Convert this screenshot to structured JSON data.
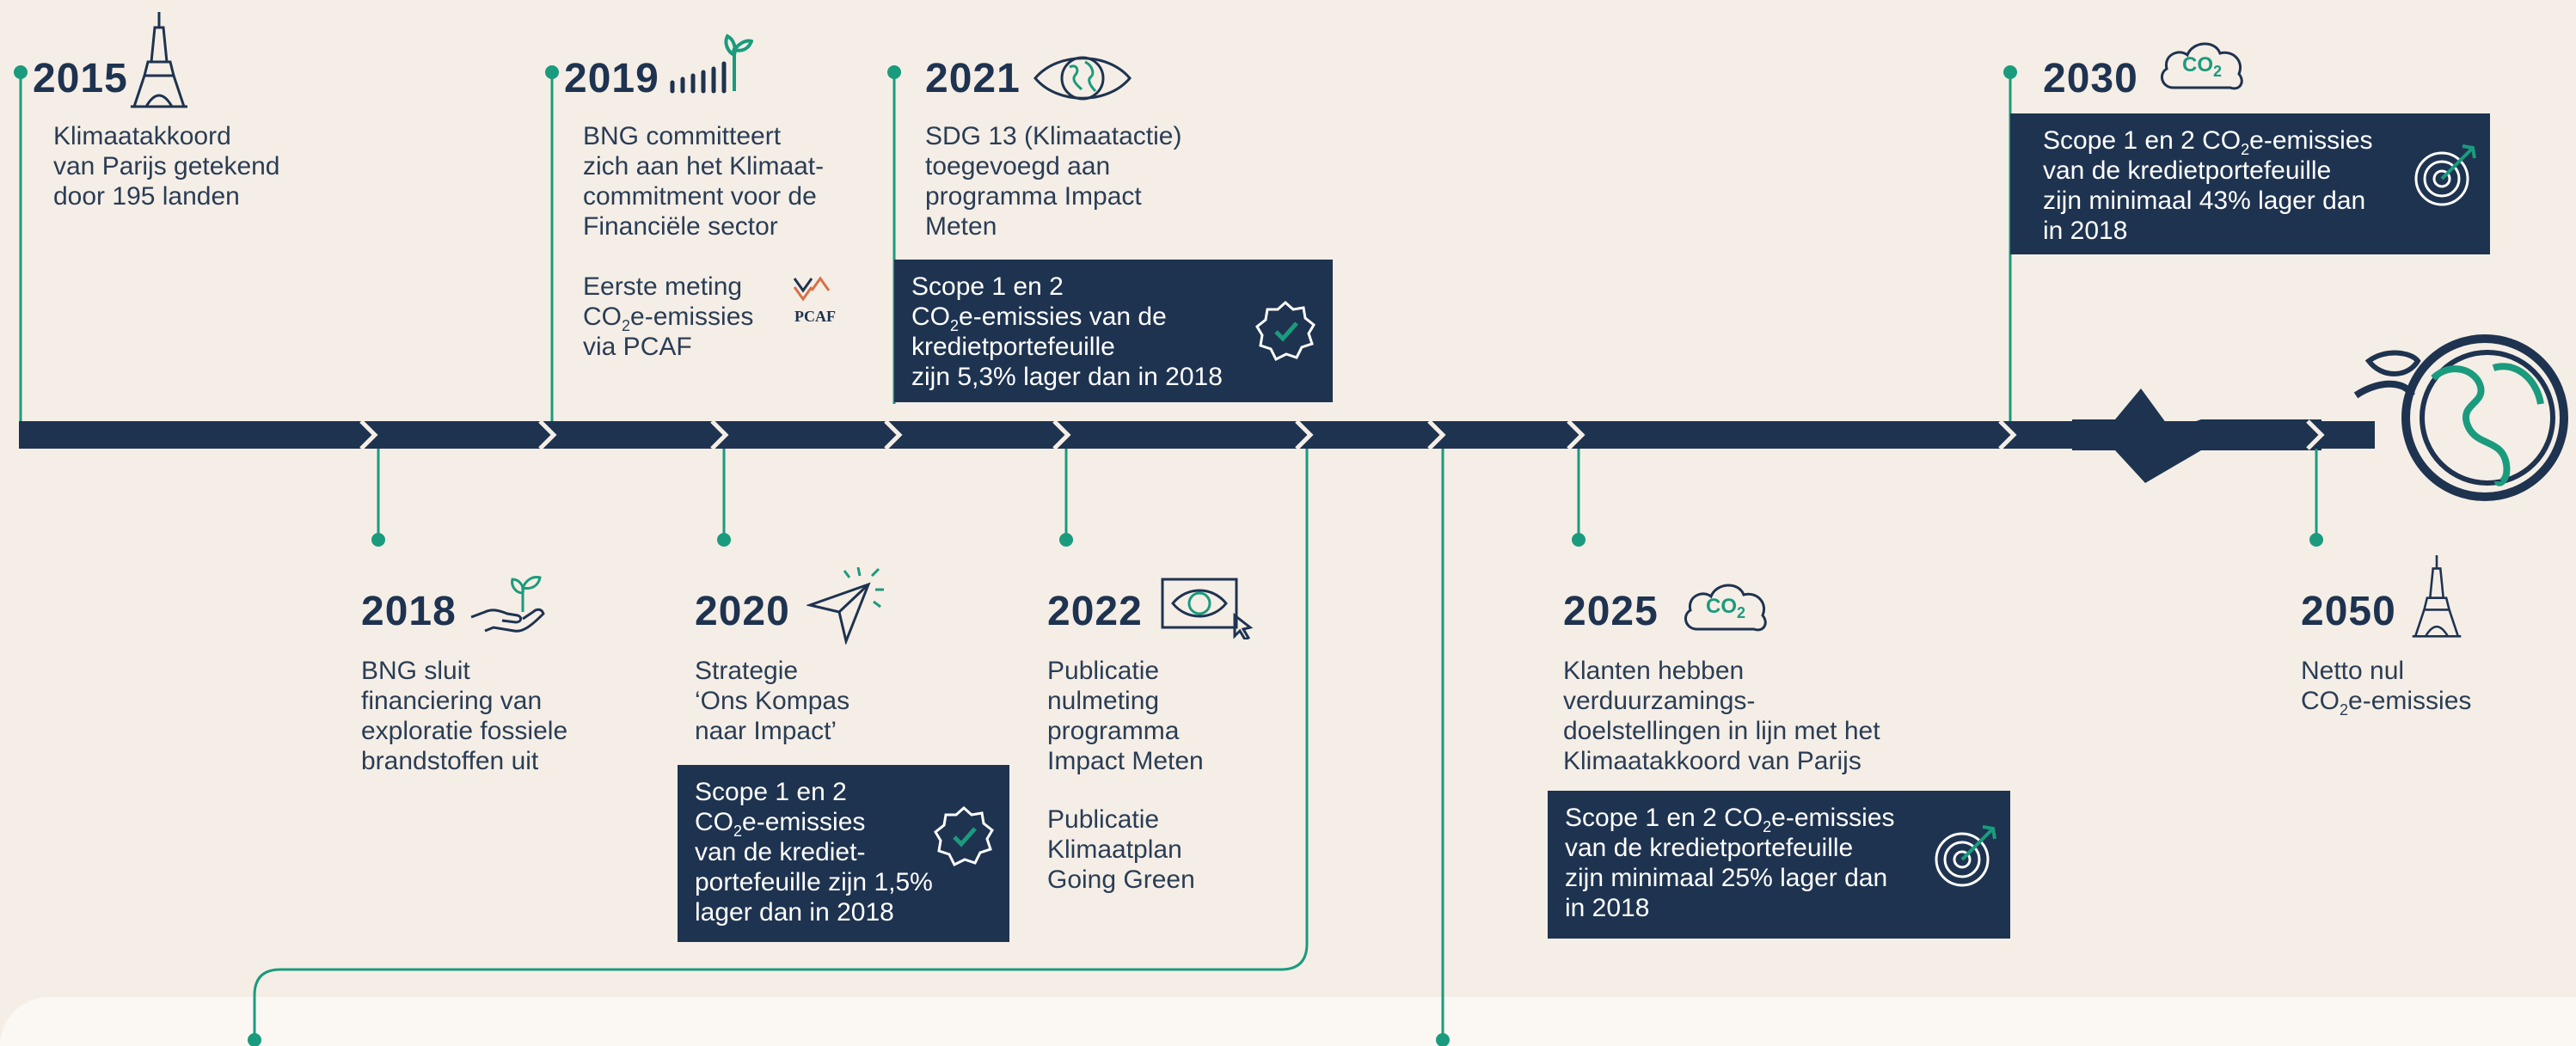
{
  "colors": {
    "navy": "#1e3350",
    "teal": "#1a9b7d",
    "background": "#f5eee6"
  },
  "milestones": {
    "m2015": {
      "year": "2015",
      "line1": "Klimaatakkoord",
      "line2": "van Parijs getekend",
      "line3": "door 195 landen",
      "icon": "eiffel-tower-icon"
    },
    "m2018": {
      "year": "2018",
      "line1": "BNG sluit",
      "line2": "financiering van",
      "line3": "exploratie fossiele",
      "line4": "brandstoffen uit",
      "icon": "hand-sprout-icon"
    },
    "m2019": {
      "year": "2019",
      "line1": "BNG committeert",
      "line2": "zich aan het Klimaat-",
      "line3": "commitment voor de",
      "line4": "Financiële sector",
      "sub_line1": "Eerste meting",
      "sub_line2_a": "CO",
      "sub_line2_sub": "2",
      "sub_line2_b": "e-emissies",
      "sub_line3": "via PCAF",
      "pcaf_label": "PCAF",
      "icon": "growth-bars-icon"
    },
    "m2020": {
      "year": "2020",
      "line1": "Strategie",
      "line2": "‘Ons Kompas",
      "line3": "naar Impact’",
      "box_line1": "Scope 1 en 2",
      "box_line2_a": "CO",
      "box_line2_sub": "2",
      "box_line2_b": "e-emissies",
      "box_line3": "van de krediet-",
      "box_line4": "portefeuille zijn 1,5%",
      "box_line5": "lager dan in 2018",
      "icon": "paper-plane-icon"
    },
    "m2021": {
      "year": "2021",
      "line1": "SDG 13 (Klimaatactie)",
      "line2": "toegevoegd aan",
      "line3": "programma Impact",
      "line4": "Meten",
      "box_line1": "Scope 1 en 2",
      "box_line2_a": "CO",
      "box_line2_sub": "2",
      "box_line2_b": "e-emissies van de",
      "box_line3": "kredietportefeuille",
      "box_line4": "zijn 5,3% lager dan in 2018",
      "icon": "eye-globe-icon"
    },
    "m2022": {
      "year": "2022",
      "line1": "Publicatie",
      "line2": "nulmeting",
      "line3": "programma",
      "line4": "Impact Meten",
      "sub_line1": "Publicatie",
      "sub_line2": "Klimaatplan",
      "sub_line3": "Going Green",
      "icon": "screen-eye-icon"
    },
    "m2025": {
      "year": "2025",
      "line1": "Klanten hebben",
      "line2": "verduurzamings-",
      "line3": "doelstellingen in lijn met het",
      "line4": "Klimaatakkoord van Parijs",
      "box_line1_a": "Scope 1 en 2 CO",
      "box_line1_sub": "2",
      "box_line1_b": "e-emissies",
      "box_line2": "van de kredietportefeuille",
      "box_line3": "zijn minimaal 25% lager dan",
      "box_line4": "in 2018",
      "icon": "co2-cloud-icon",
      "icon_text": "CO",
      "icon_sub": "2"
    },
    "m2030": {
      "year": "2030",
      "box_line1_a": "Scope 1 en 2 CO",
      "box_line1_sub": "2",
      "box_line1_b": "e-emissies",
      "box_line2": "van de kredietportefeuille",
      "box_line3": "zijn minimaal 43% lager dan",
      "box_line4": "in 2018",
      "icon": "co2-cloud-icon",
      "icon_text": "CO",
      "icon_sub": "2"
    },
    "m2050": {
      "year": "2050",
      "line1": "Netto nul",
      "line2_a": "CO",
      "line2_sub": "2",
      "line2_b": "e-emissies",
      "icon": "eiffel-tower-icon"
    }
  }
}
